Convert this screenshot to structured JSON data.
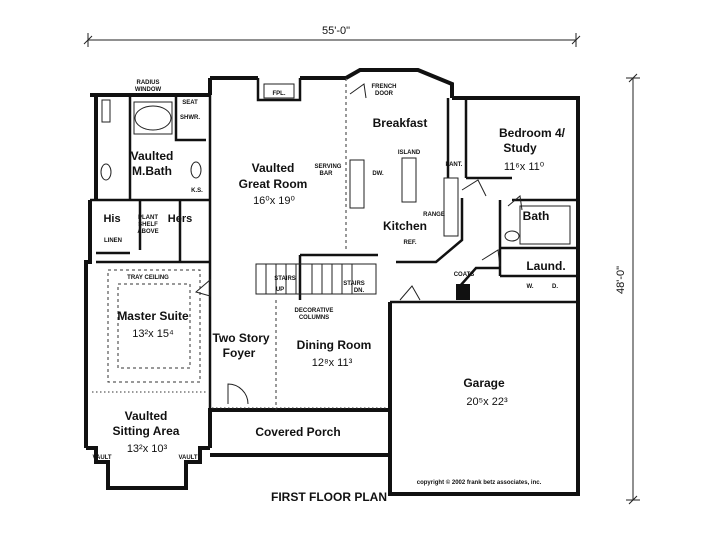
{
  "overall": {
    "width": "55'-0\"",
    "depth": "48'-0\""
  },
  "title": "FIRST FLOOR PLAN",
  "copyright": "copyright © 2002 frank betz associates, inc.",
  "rooms": {
    "breakfast": {
      "name": "Breakfast"
    },
    "bedroom": {
      "name_line1": "Bedroom 4/",
      "name_line2": "Study",
      "size": "11⁶x 11⁰"
    },
    "great_room": {
      "name_line1": "Vaulted",
      "name_line2": "Great Room",
      "size": "16⁰x 19⁰"
    },
    "m_bath": {
      "name_line1": "Vaulted",
      "name_line2": "M.Bath"
    },
    "kitchen": {
      "name": "Kitchen"
    },
    "bath": {
      "name": "Bath"
    },
    "laundry": {
      "name": "Laund."
    },
    "master_suite": {
      "name": "Master Suite",
      "size": "13²x 15⁴"
    },
    "foyer": {
      "name_line1": "Two Story",
      "name_line2": "Foyer"
    },
    "dining": {
      "name": "Dining Room",
      "size": "12⁸x 11³"
    },
    "garage": {
      "name": "Garage",
      "size": "20⁵x 22³"
    },
    "sitting": {
      "name_line1": "Vaulted",
      "name_line2": "Sitting Area",
      "size": "13²x 10³"
    },
    "porch": {
      "name": "Covered Porch"
    }
  },
  "labels": {
    "radius_window_1": "RADIUS",
    "radius_window_2": "WINDOW",
    "seat": "SEAT",
    "shwr": "SHWR.",
    "fpl": "FPL.",
    "french_door_1": "FRENCH",
    "french_door_2": "DOOR",
    "island": "ISLAND",
    "pant": "PANT.",
    "serving_bar_1": "SERVING",
    "serving_bar_2": "BAR",
    "dw": "DW.",
    "ks": "K.S.",
    "range": "RANGE",
    "ref": "REF.",
    "his": "His",
    "hers": "Hers",
    "plant_shelf_1": "PLANT",
    "plant_shelf_2": "SHELF",
    "plant_shelf_3": "ABOVE",
    "linen": "LINEN",
    "tray_ceiling": "TRAY CEILING",
    "stairs_up": "STAIRS",
    "up": "UP",
    "stairs_dn": "STAIRS",
    "dn": "DN.",
    "coats": "COATS",
    "w": "W.",
    "d": "D.",
    "deco_columns_1": "DECORATIVE",
    "deco_columns_2": "COLUMNS",
    "vault_left": "VAULT",
    "vault_right": "VAULT"
  }
}
